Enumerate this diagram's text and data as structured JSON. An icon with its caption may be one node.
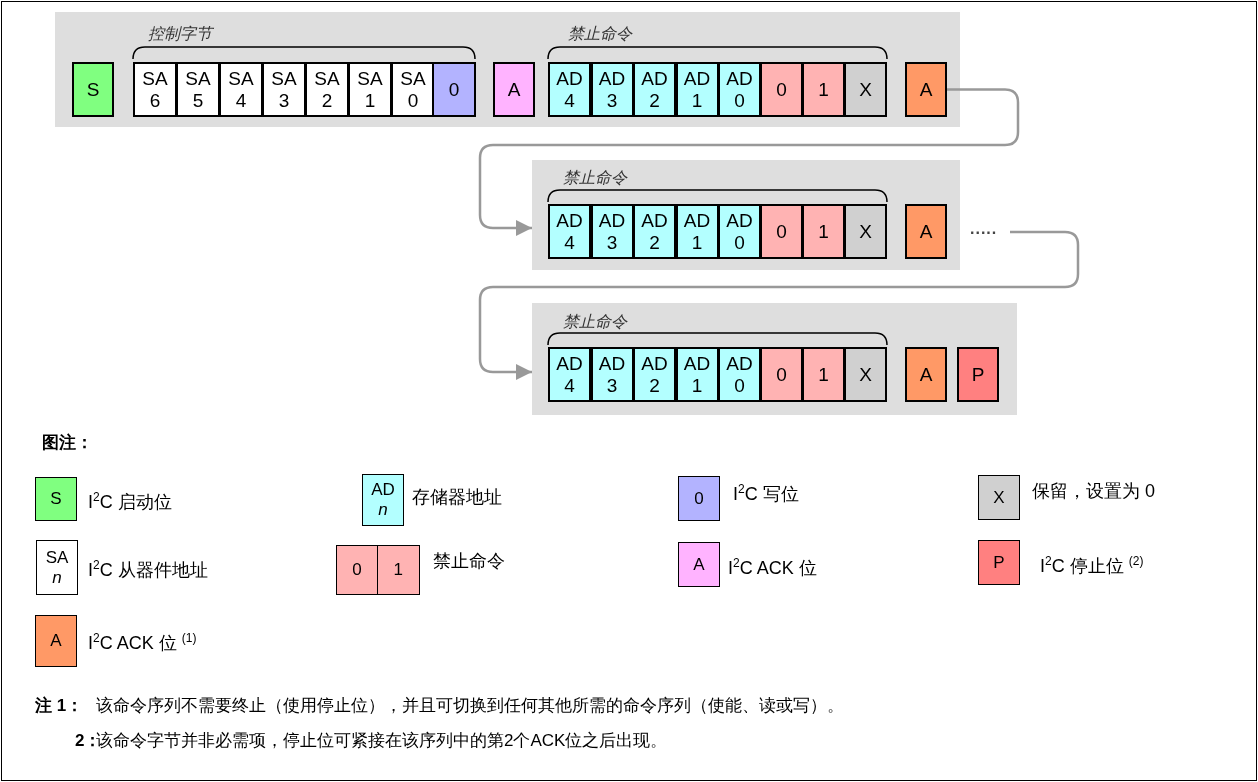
{
  "diagram": {
    "nodes": [
      {
        "text": [],
        "shape": "box"
      },
      {
        "text": [
          "S"
        ],
        "in": 0
      },
      {
        "text": [
          "SA 6"
        ],
        "in": 0
      },
      {
        "text": [
          "SA 5"
        ],
        "in": 0
      },
      {
        "text": [
          "SA 4"
        ],
        "in": 0
      },
      {
        "text": [
          "SA 3"
        ],
        "in": 0
      },
      {
        "text": [
          "SA 2"
        ],
        "in": 0
      },
      {
        "text": [
          "SA 1"
        ],
        "in": 0
      },
      {
        "text": [
          "SA 0"
        ],
        "in": 0
      },
      {
        "text": [
          "0"
        ],
        "in": 0
      },
      {
        "text": [
          "A"
        ],
        "in": 0
      },
      {
        "text": [
          "AD 4"
        ],
        "in": 0
      },
      {
        "text": [
          "AD 3"
        ],
        "in": 0
      },
      {
        "text": [
          "AD 2"
        ],
        "in": 0
      },
      {
        "text": [
          "AD 1"
        ],
        "in": 0
      },
      {
        "text": [
          "AD 0"
        ],
        "in": 0
      },
      {
        "text": [
          "0"
        ],
        "in": 0
      },
      {
        "text": [
          "1"
        ],
        "in": 0
      },
      {
        "text": [
          "X"
        ],
        "in": 0
      },
      {
        "text": [
          "A"
        ],
        "in": 0
      },
      {
        "text": [],
        "shape": "box"
      },
      {
        "text": [
          "AD 4"
        ],
        "in": 20
      },
      {
        "text": [
          "AD 3"
        ],
        "in": 20
      },
      {
        "text": [
          "AD 2"
        ],
        "in": 20
      },
      {
        "text": [
          "AD 1"
        ],
        "in": 20
      },
      {
        "text": [
          "AD 0"
        ],
        "in": 20
      },
      {
        "text": [
          "0"
        ],
        "in": 20
      },
      {
        "text": [
          "1"
        ],
        "in": 20
      },
      {
        "text": [
          "X"
        ],
        "in": 20
      },
      {
        "text": [
          "A"
        ],
        "in": 20
      },
      {
        "text": [
          "....."
        ]
      },
      {
        "text": [],
        "shape": "box"
      },
      {
        "text": [
          "AD 4"
        ],
        "in": 31
      },
      {
        "text": [
          "AD 3"
        ],
        "in": 31
      },
      {
        "text": [
          "AD 2"
        ],
        "in": 31
      },
      {
        "text": [
          "AD 1"
        ],
        "in": 31
      },
      {
        "text": [
          "AD 0"
        ],
        "in": 31
      },
      {
        "text": [
          "0"
        ],
        "in": 31
      },
      {
        "text": [
          "1"
        ],
        "in": 31
      },
      {
        "text": [
          "X"
        ],
        "in": 31
      },
      {
        "text": [
          "A"
        ],
        "in": 31
      },
      {
        "text": [
          "P"
        ],
        "in": 31
      },
      {
        "text": [
          "S"
        ],
        "beside": [
          "I$^{2}$C 启动位"
        ]
      },
      {
        "text": [
          "AD *n*"
        ],
        "beside": [
          "存储器地址"
        ]
      },
      {
        "text": [
          "0"
        ],
        "beside": [
          "I$^{2}$C 写位"
        ]
      },
      {
        "text": [
          "X"
        ],
        "beside": [
          "保留，设置为 0"
        ]
      },
      {
        "text": [
          "SA *n*"
        ],
        "beside": [
          "I$^{2}$C 从器件地址"
        ]
      },
      {
        "text": [
          "0",
          "1"
        ],
        "beside": [
          "禁止命令"
        ]
      },
      {
        "text": [
          "A"
        ],
        "beside": [
          "I$^{2}$C ACK 位"
        ]
      },
      {
        "text": [
          "P"
        ],
        "beside": [
          "I$^{2}$C 停止位 $^{(2)}$"
        ]
      },
      {
        "text": [
          "A"
        ],
        "beside": [
          "I$^{2}$C ACK 位 $^{(1)}$"
        ]
      }
    ],
    "edges": [
      {
        "from": 19,
        "to": 20,
        "arrow": "to"
      },
      {
        "from": 30,
        "to": 31,
        "arrow": "to"
      }
    ],
    "labels": [
      "控制字节",
      "禁止命令",
      "禁止命令",
      "禁止命令",
      "图注：",
      "注 1：",
      "该命令序列不需要终止（使用停止位），并且可切换到任何其他所需的命令序列（使能、读或写）。",
      "2：",
      "该命令字节并非必需项，停止位可紧接在该序列中的第2个ACK位之后出现。"
    ]
  }
}
